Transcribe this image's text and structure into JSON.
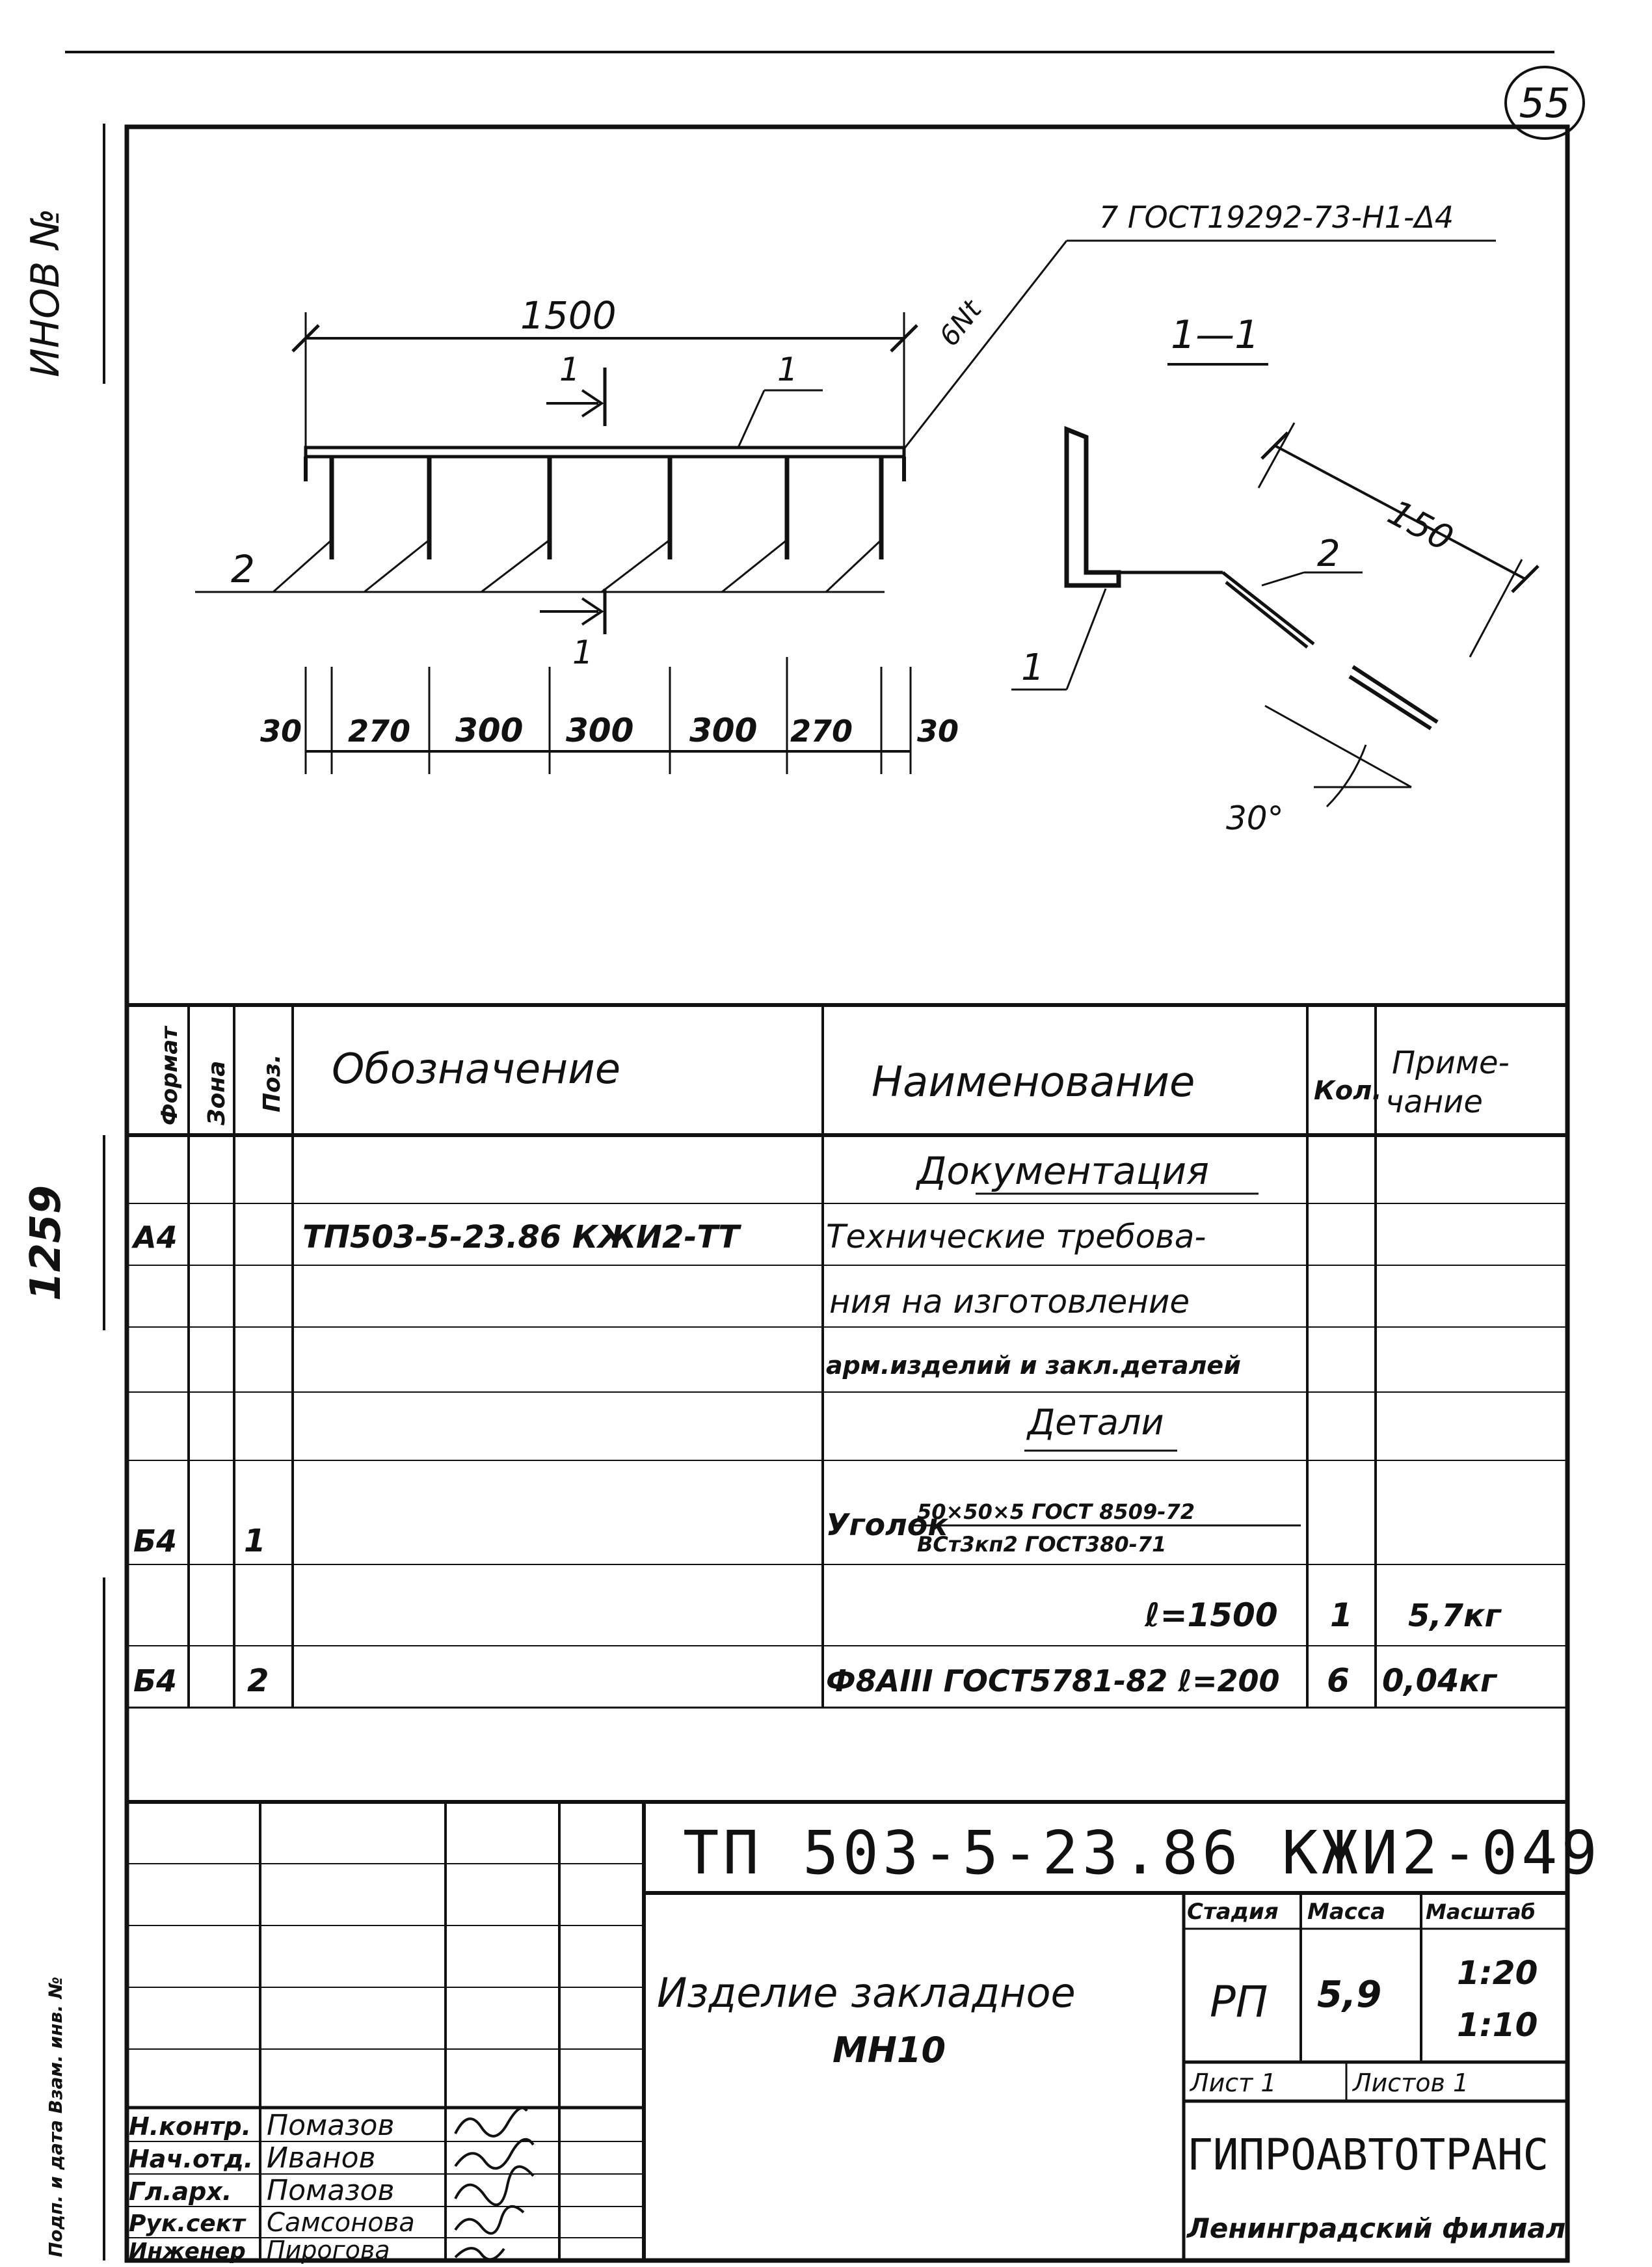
{
  "sheet_number": "55",
  "margin": {
    "top_left": "ИНОВ №",
    "inv_number": "1259",
    "lower_left": "Подп. и дата Взам. инв. №"
  },
  "drawing": {
    "view": {
      "dim_total": "1500",
      "section_mark": "1",
      "pos1_leader": "1",
      "pos2_leader": "2",
      "weld_note": "7 ГОСТ19292-73-Н1-Δ4",
      "weld_size": "6Nt",
      "dims": [
        "30",
        "270",
        "300",
        "300",
        "300",
        "270",
        "30"
      ]
    },
    "section": {
      "title": "1—1",
      "dim": "150",
      "pos2": "2",
      "pos1": "1",
      "angle": "30°"
    }
  },
  "spec": {
    "headers": {
      "format": "Формат",
      "zone": "Зона",
      "pos": "Поз.",
      "designation": "Обозначение",
      "name": "Наименование",
      "qty": "Кол.",
      "note": "Приме-\nчание"
    },
    "rows": [
      {
        "format": "",
        "pos": "",
        "designation": "",
        "name": "Документация",
        "qty": "",
        "note": ""
      },
      {
        "format": "А4",
        "pos": "",
        "designation": "ТП503-5-23.86  КЖИ2-ТТ",
        "name": "Технические требова-",
        "qty": "",
        "note": ""
      },
      {
        "format": "",
        "pos": "",
        "designation": "",
        "name": "ния на изготовление",
        "qty": "",
        "note": ""
      },
      {
        "format": "",
        "pos": "",
        "designation": "",
        "name": "арм.изделий и закл.деталей",
        "qty": "",
        "note": ""
      },
      {
        "format": "",
        "pos": "",
        "designation": "",
        "name": "Детали",
        "qty": "",
        "note": ""
      },
      {
        "format": "Б4",
        "pos": "1",
        "designation": "",
        "name": "Уголок",
        "name_top": "50×50×5 ГОСТ 8509-72",
        "name_bottom": "ВСт3кп2 ГОСТ380-71",
        "qty": "",
        "note": ""
      },
      {
        "format": "",
        "pos": "",
        "designation": "",
        "name": "ℓ=1500",
        "qty": "1",
        "note": "5,7кг"
      },
      {
        "format": "Б4",
        "pos": "2",
        "designation": "",
        "name": "Ф8АIII ГОСТ5781-82 ℓ=200",
        "qty": "6",
        "note": "0,04кг"
      }
    ]
  },
  "title_block": {
    "code": "ТП 503-5-23.86  КЖИ2-049",
    "item_name_1": "Изделие закладное",
    "item_name_2": "МН10",
    "stage_label": "Стадия",
    "mass_label": "Масса",
    "scale_label": "Масштаб",
    "stage": "РП",
    "mass": "5,9",
    "scale_1": "1:20",
    "scale_2": "1:10",
    "sheet": "Лист 1",
    "sheets": "Листов 1",
    "org": "ГИПРОАВТОТРАНС",
    "branch": "Ленинградский филиал",
    "signers": [
      {
        "role": "Н.контр.",
        "name": "Помазов"
      },
      {
        "role": "Нач.отд.",
        "name": "Иванов"
      },
      {
        "role": "Гл.арх.",
        "name": "Помазов"
      },
      {
        "role": "Рук.сект",
        "name": "Самсонова"
      },
      {
        "role": "Инженер",
        "name": "Пирогова"
      }
    ]
  }
}
